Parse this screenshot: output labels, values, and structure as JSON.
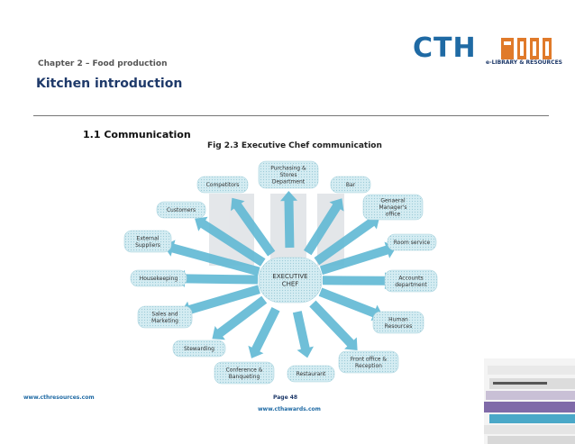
{
  "header": {
    "chapter": "Chapter 2 – Food production",
    "title": "Kitchen introduction",
    "logo_text": "CTH",
    "logo_sub": "e-LIBRARY & RESOURCES"
  },
  "section_heading": "1.1 Communication",
  "figure_caption": "Fig 2.3 Executive Chef communication",
  "diagram": {
    "center": [
      "EXECUTIVE",
      "CHEF"
    ],
    "nodes": [
      {
        "id": "purchasing",
        "lines": [
          "Purchasing &",
          "Stores",
          "Department"
        ]
      },
      {
        "id": "bar",
        "lines": [
          "Bar"
        ]
      },
      {
        "id": "gm",
        "lines": [
          "Genaeral",
          "Manager's",
          "office"
        ]
      },
      {
        "id": "room",
        "lines": [
          "Room service"
        ]
      },
      {
        "id": "accounts",
        "lines": [
          "Accounts",
          "department"
        ]
      },
      {
        "id": "hr",
        "lines": [
          "Human",
          "Resources"
        ]
      },
      {
        "id": "frontoffice",
        "lines": [
          "Front office &",
          "Reception"
        ]
      },
      {
        "id": "restaurant",
        "lines": [
          "Restaurant"
        ]
      },
      {
        "id": "conference",
        "lines": [
          "Conference &",
          "Banqueting"
        ]
      },
      {
        "id": "stewarding",
        "lines": [
          "Stewarding"
        ]
      },
      {
        "id": "sales",
        "lines": [
          "Sales and",
          "Marketing"
        ]
      },
      {
        "id": "housekeeping",
        "lines": [
          "Housekeeping"
        ]
      },
      {
        "id": "external",
        "lines": [
          "External",
          "Suppliers"
        ]
      },
      {
        "id": "customers",
        "lines": [
          "Customers"
        ]
      },
      {
        "id": "competitors",
        "lines": [
          "Competitors"
        ]
      }
    ]
  },
  "footer": {
    "left": "www.cthresources.com",
    "page": "Page 48",
    "url": "www.cthawards.com"
  },
  "colors": {
    "box_fill": "#cfe9ef",
    "arrow_fill": "#5fb8d4",
    "title_blue": "#1f3a6a",
    "logo_blue": "#1f6aa4"
  }
}
